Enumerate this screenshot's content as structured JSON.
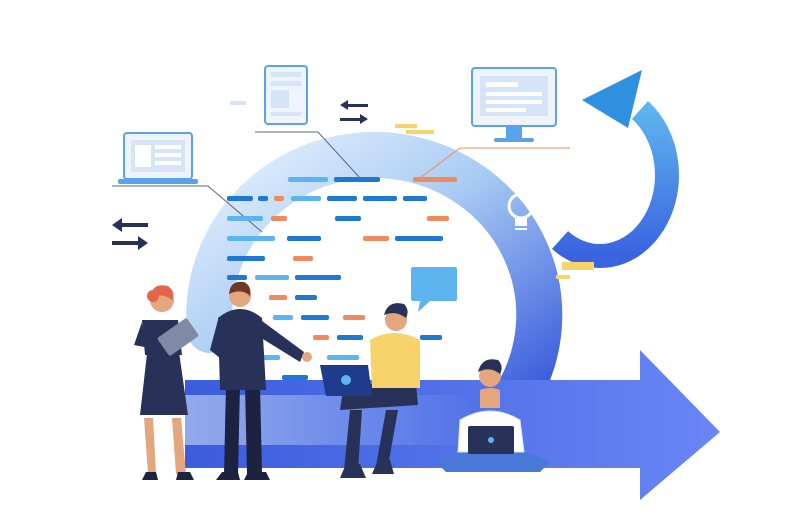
{
  "illustration": {
    "subject": "agile-development-cycle",
    "icons": [
      "laptop-icon",
      "tablet-icon",
      "desktop-monitor-icon",
      "lightbulb-icon",
      "speech-bubble-icon",
      "swap-arrows-icon",
      "cycle-arrow-icon",
      "forward-arrow-icon"
    ],
    "people": [
      "woman-with-tablet",
      "man-pointing",
      "man-with-laptop-sitting",
      "man-with-laptop-cross-legged"
    ],
    "colors": {
      "cycle_light": "#a9ccf4",
      "cycle_mid": "#6d9cf1",
      "cycle_dark": "#3b5ddc",
      "accent_blue": "#1f78d1",
      "code_light": "#5db4ee",
      "code_orange": "#f08a5d",
      "navy": "#283157",
      "yellow": "#f6d36b",
      "skin": "#e4a67e"
    }
  }
}
